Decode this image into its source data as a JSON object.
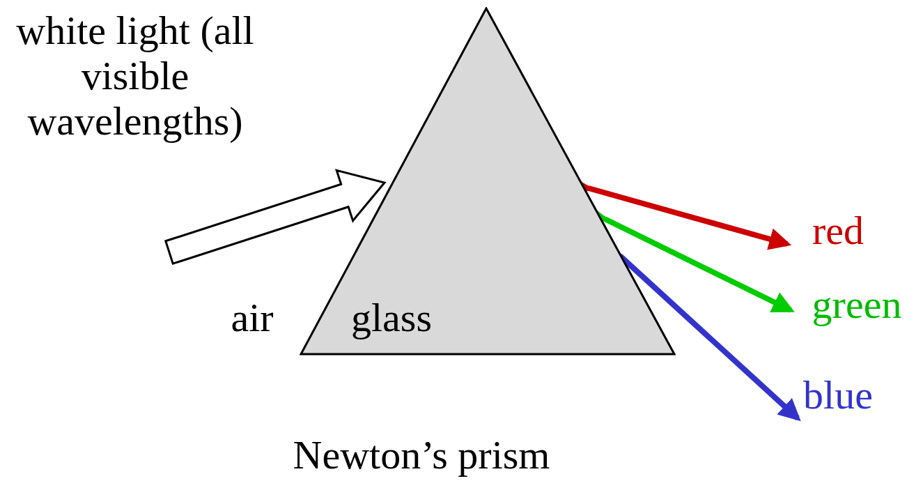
{
  "diagram": {
    "caption": "Newton’s prism",
    "nodes": [
      {
        "text": [
          "glass"
        ]
      }
    ],
    "labels": [
      "white light (all visible wavelengths)",
      "air",
      "red",
      "green",
      "blue"
    ]
  }
}
